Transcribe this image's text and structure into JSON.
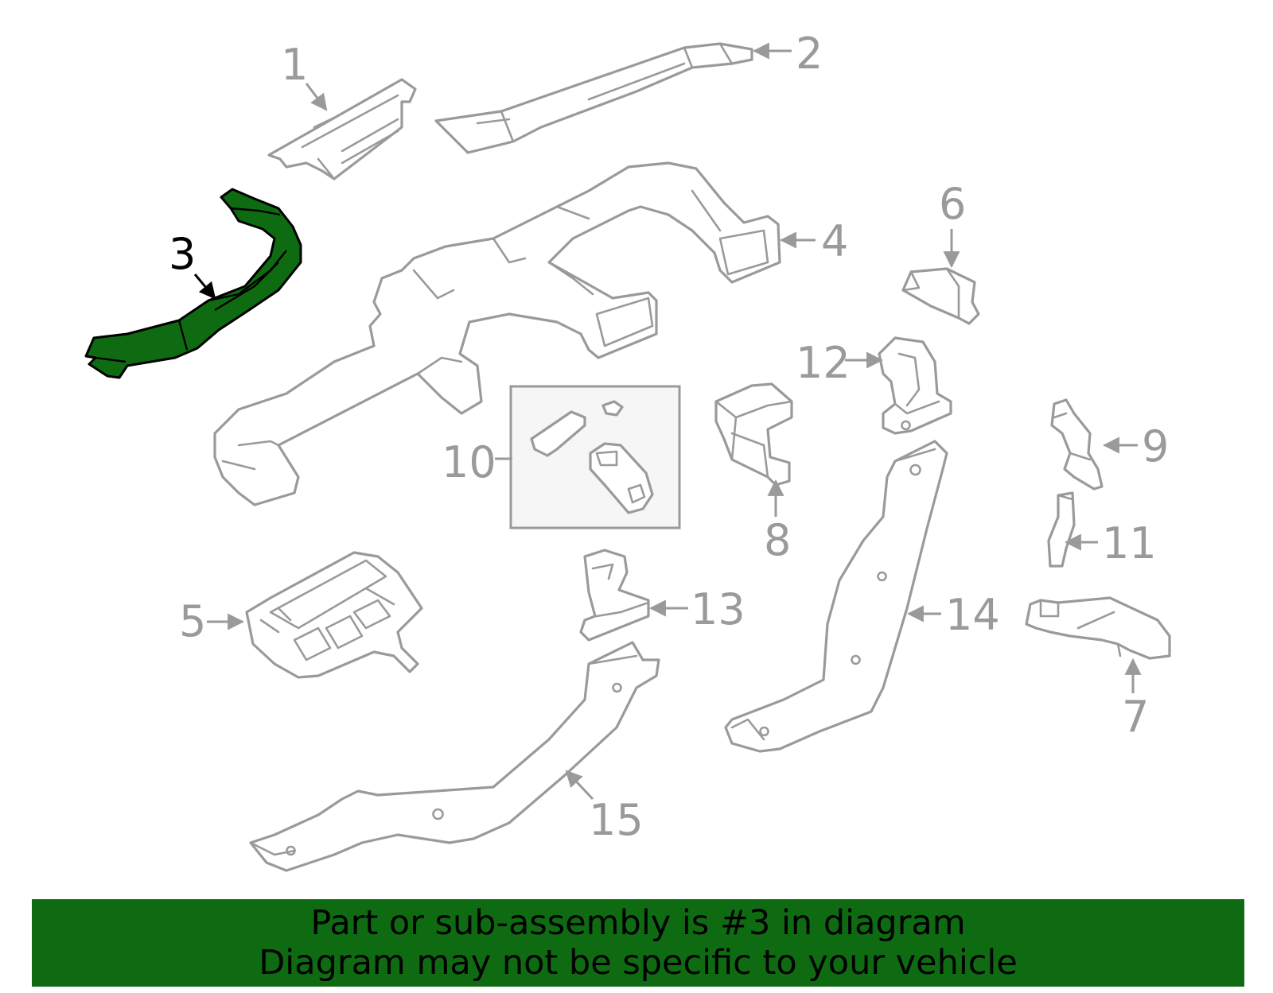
{
  "diagram": {
    "highlighted_part": "3",
    "callouts": [
      {
        "label": "1"
      },
      {
        "label": "2"
      },
      {
        "label": "3"
      },
      {
        "label": "4"
      },
      {
        "label": "5"
      },
      {
        "label": "6"
      },
      {
        "label": "7"
      },
      {
        "label": "8"
      },
      {
        "label": "9"
      },
      {
        "label": "10"
      },
      {
        "label": "11"
      },
      {
        "label": "12"
      },
      {
        "label": "13"
      },
      {
        "label": "14"
      },
      {
        "label": "15"
      }
    ]
  },
  "banner": {
    "line1": "Part or sub-assembly is #3 in diagram",
    "line2": "Diagram may not be specific to your vehicle"
  },
  "colors": {
    "highlight": "#0f6b12",
    "part_outline": "#9a9a9a",
    "banner_background": "#0f6b12",
    "text_dark": "#000000"
  }
}
